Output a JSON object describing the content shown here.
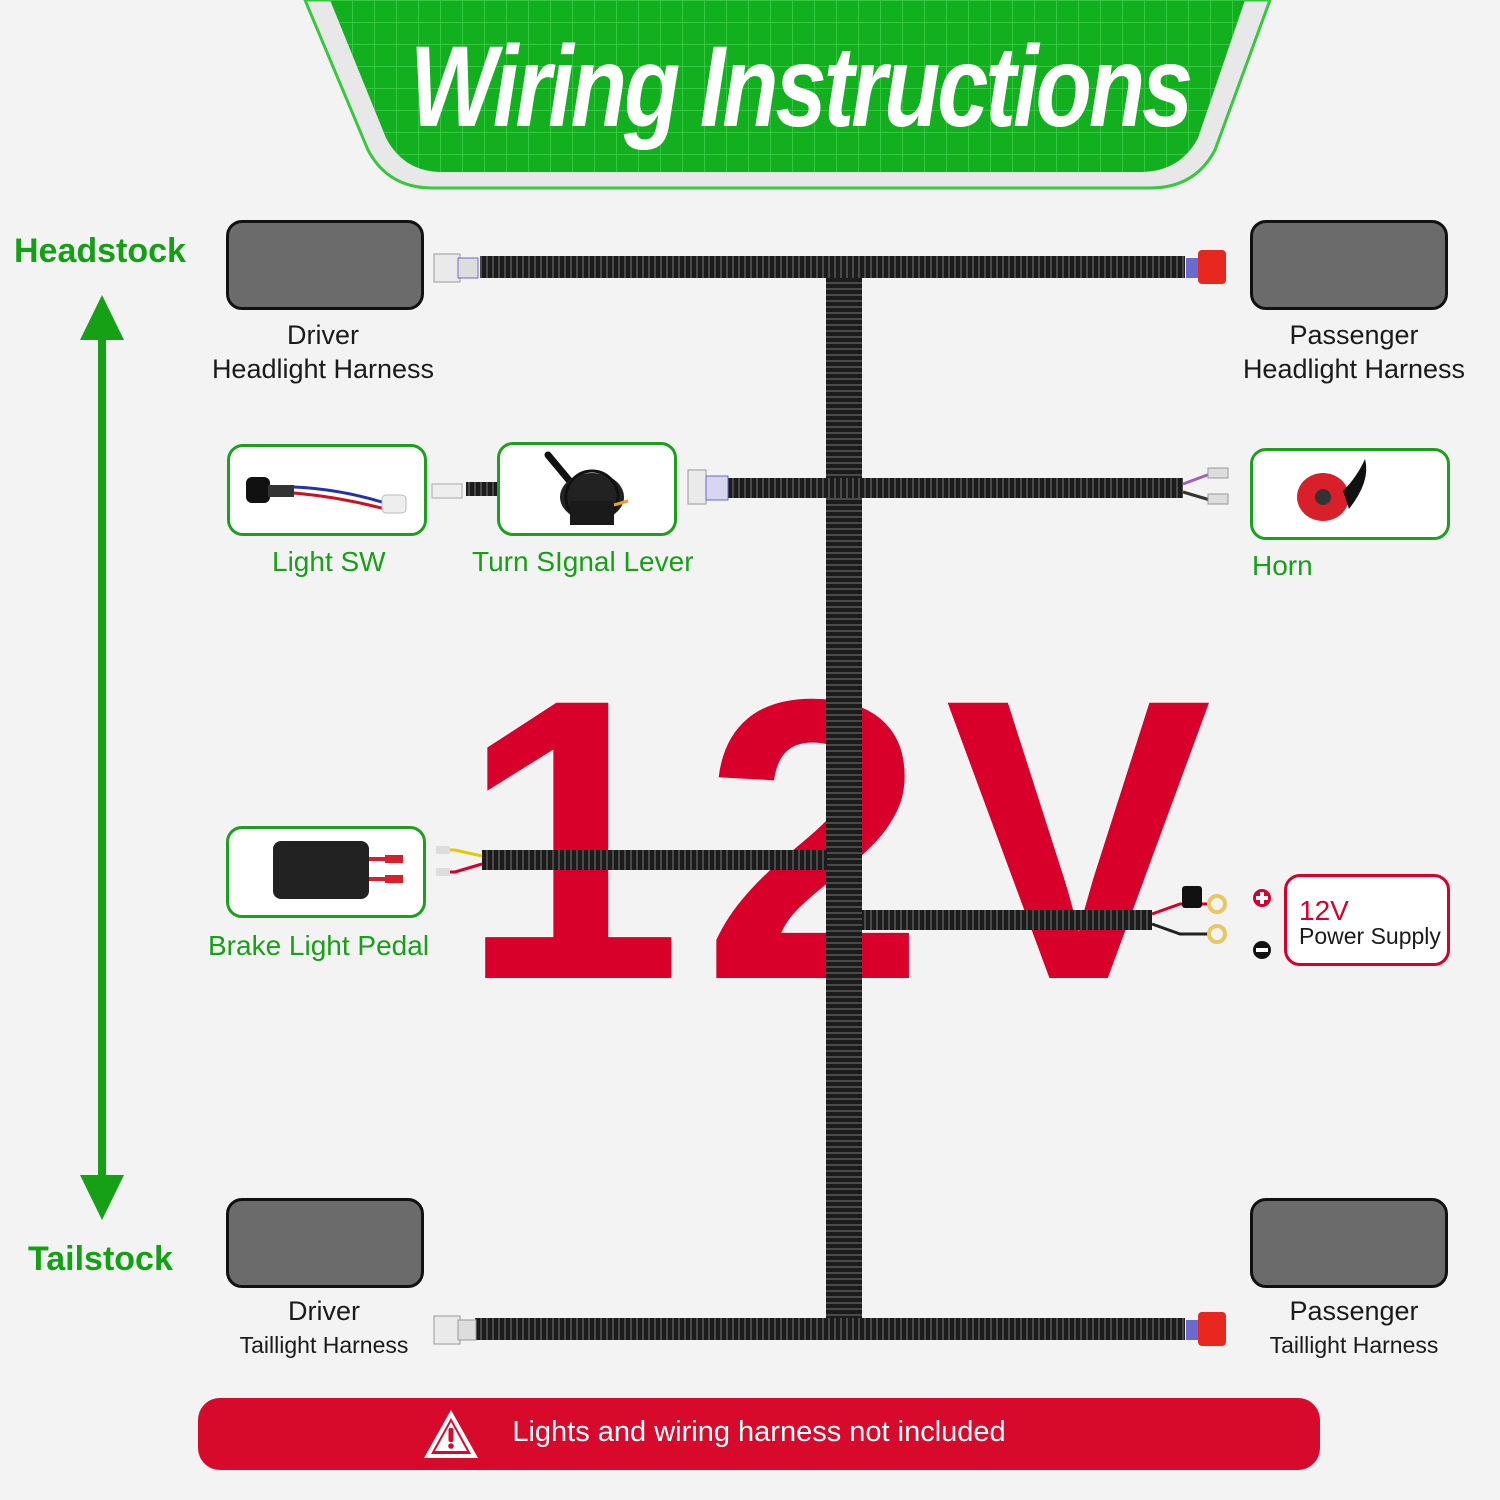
{
  "title": "Wiring Instructions",
  "colors": {
    "green": "#16a016",
    "red": "#d8002a",
    "cable": "#1c1c1c",
    "light_gray": "#6b6b6b"
  },
  "direction": {
    "top_label": "Headstock",
    "bottom_label": "Tailstock"
  },
  "voltage_watermark": "12V",
  "components": {
    "driver_headlight": {
      "line1": "Driver",
      "line2": "Headlight Harness"
    },
    "passenger_headlight": {
      "line1": "Passenger",
      "line2": "Headlight Harness"
    },
    "light_sw": "Light SW",
    "turn_signal": "Turn SIgnal Lever",
    "horn": "Horn",
    "brake_pedal": "Brake Light Pedal",
    "power": {
      "line1": "12V",
      "line2": "Power Supply"
    },
    "driver_taillight": {
      "line1": "Driver",
      "line2": "Taillight Harness"
    },
    "passenger_taillight": {
      "line1": "Passenger",
      "line2": "Taillight Harness"
    }
  },
  "notice": {
    "icon": "warning-triangle-icon",
    "text": "Lights and wiring harness not included"
  }
}
